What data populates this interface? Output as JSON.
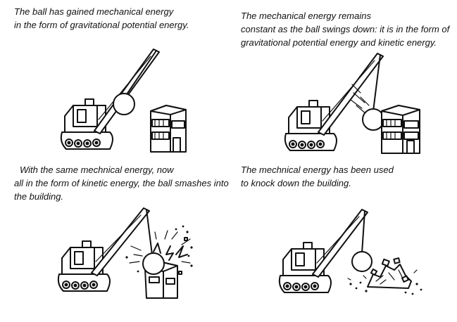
{
  "panels": [
    {
      "id": "raised",
      "caption_lines": [
        "The ball has gained mechanical energy",
        "in the form of gravitational potential energy."
      ]
    },
    {
      "id": "swinging",
      "caption_lines": [
        "The mechanical energy remains",
        "constant as the ball swings down: it is in the form of",
        "gravitational potential energy and kinetic energy."
      ]
    },
    {
      "id": "impact",
      "caption_lines": [
        "With the same mechnical energy, now",
        "all in the form of kinetic energy, the ball smashes into",
        "the building."
      ]
    },
    {
      "id": "demolished",
      "caption_lines": [
        "The mechnical energy has been used",
        "to knock down the building."
      ]
    }
  ]
}
